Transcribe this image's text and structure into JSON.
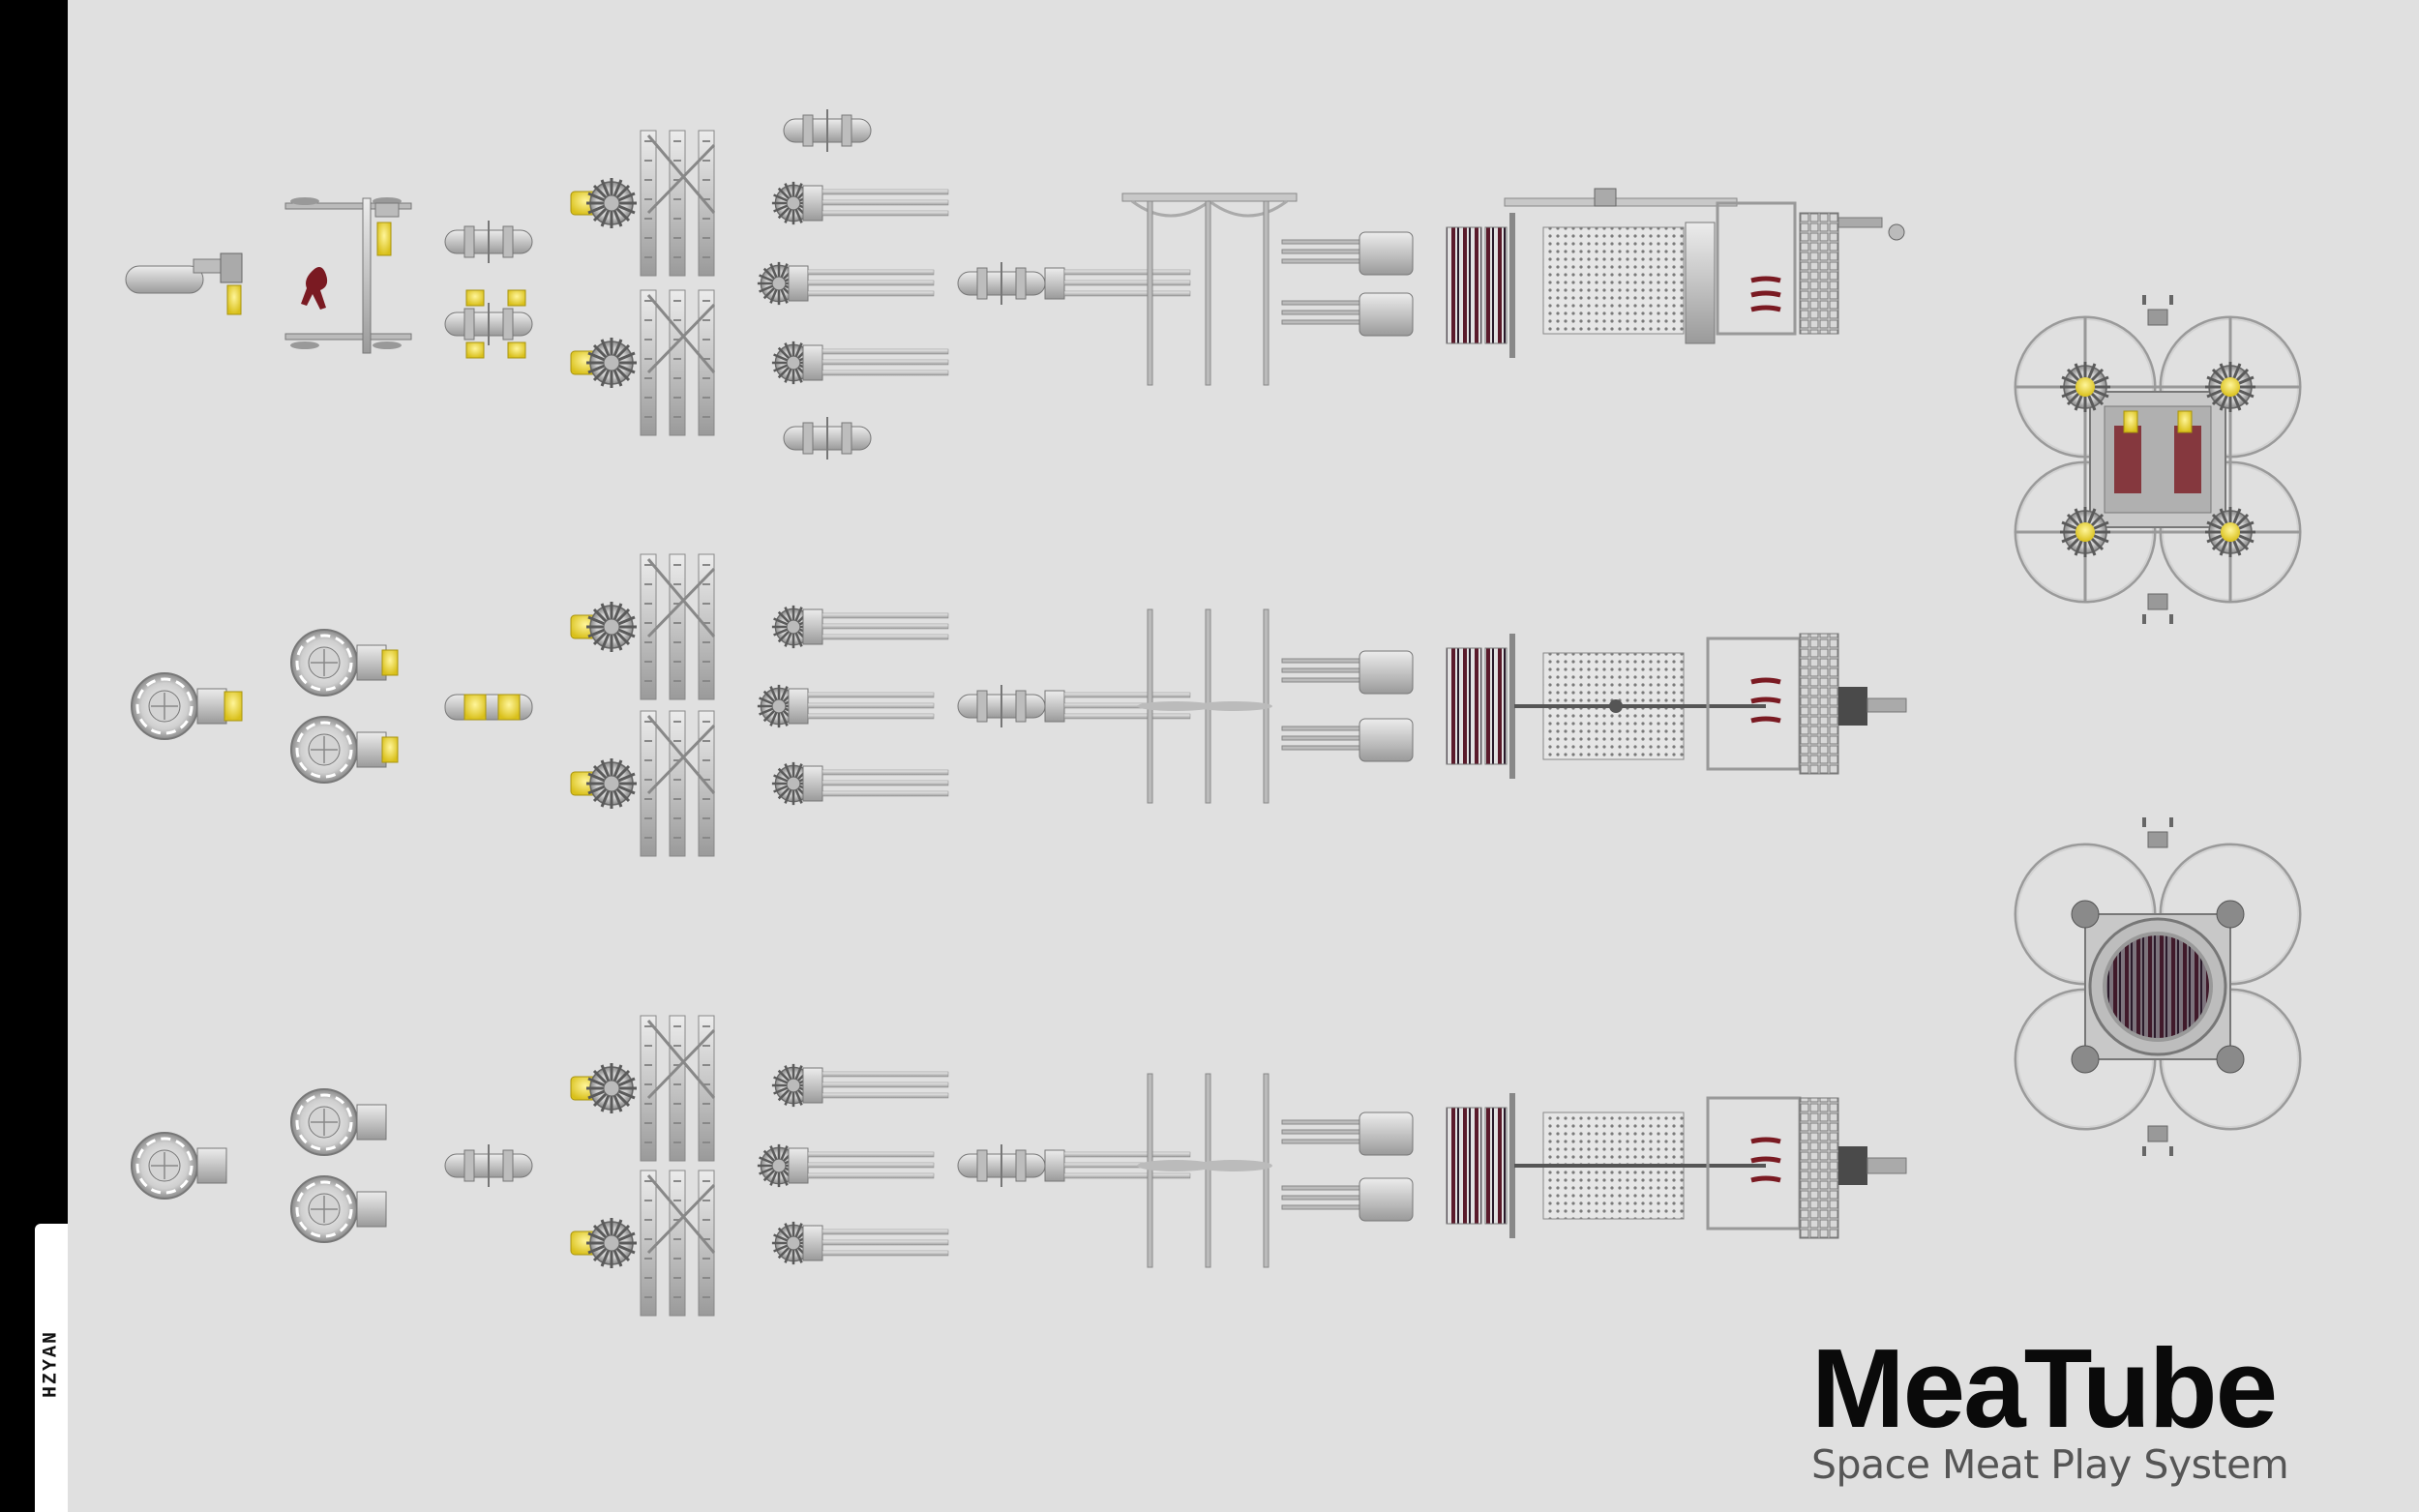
{
  "sidebar": {
    "tab_label": "HZYAN"
  },
  "brand": {
    "title": "MeaTube",
    "subtitle": "Space Meat Play System"
  },
  "colors": {
    "background": "#e0e0e0",
    "sidebar": "#000000",
    "metal_light": "#d6d6d6",
    "metal_mid": "#a8a8a8",
    "metal_dark": "#6e6e6e",
    "accent_yellow": "#e8d62a",
    "meat_red": "#7a1a22",
    "meat_dark": "#2a1a2a"
  },
  "rows": [
    {
      "name": "assembly-row-top"
    },
    {
      "name": "assembly-row-middle"
    },
    {
      "name": "assembly-row-bottom"
    }
  ],
  "modules": [
    {
      "name": "module-top-view"
    },
    {
      "name": "module-front-view"
    }
  ]
}
